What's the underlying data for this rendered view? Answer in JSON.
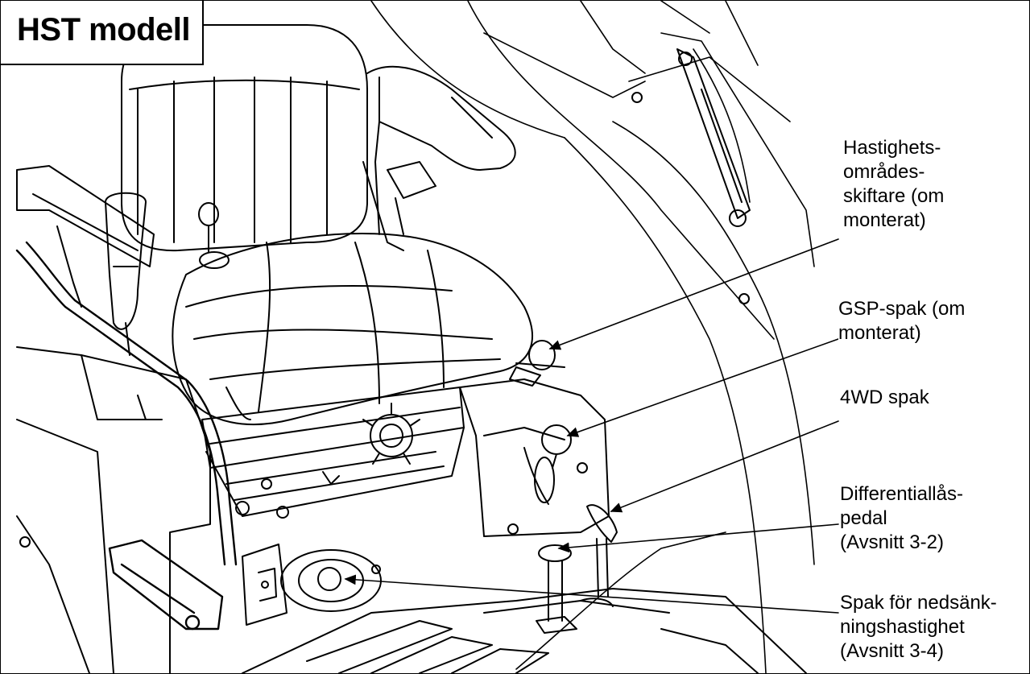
{
  "title": "HST modell",
  "callouts": [
    {
      "id": "range-shifter",
      "lines": [
        "Hastighets-",
        "områdes-",
        "skiftare (om",
        "monterat)"
      ]
    },
    {
      "id": "gsp-lever",
      "lines": [
        "GSP-spak (om",
        "monterat)"
      ]
    },
    {
      "id": "4wd-lever",
      "lines": [
        "4WD spak"
      ]
    },
    {
      "id": "diff-lock-pedal",
      "lines": [
        "Differentiallås-",
        "pedal",
        "(Avsnitt 3-2)"
      ]
    },
    {
      "id": "lowering-speed-lever",
      "lines": [
        "Spak för nedsänk-",
        "ningshastighet",
        "(Avsnitt 3-4)"
      ]
    }
  ],
  "colors": {
    "line": "#000000",
    "background": "#ffffff"
  }
}
